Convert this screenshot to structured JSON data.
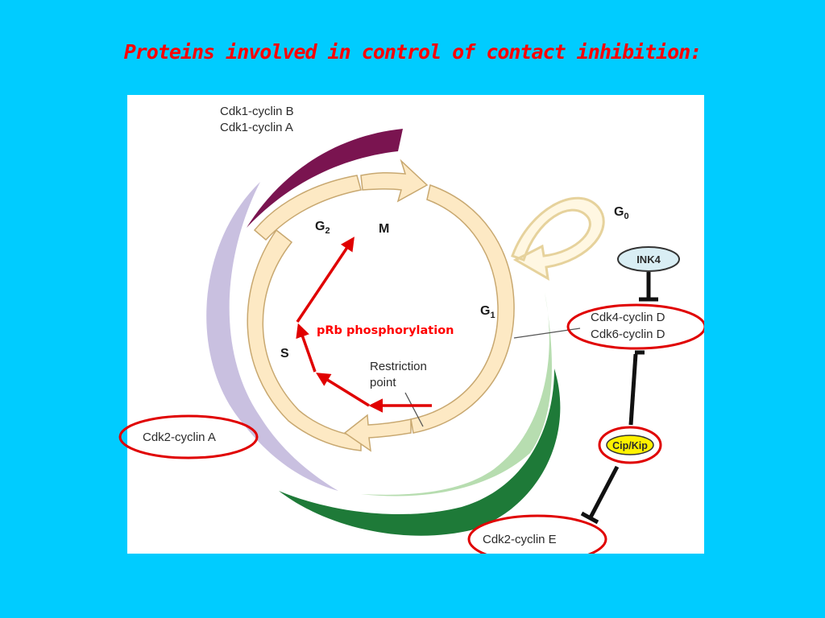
{
  "slide": {
    "title": "Proteins involved in control of contact inhibition:"
  },
  "diagram": {
    "complexes": {
      "cdk1_b": "Cdk1-cyclin B",
      "cdk1_a": "Cdk1-cyclin A",
      "cdk2_a": "Cdk2-cyclin A",
      "cdk4_d": "Cdk4-cyclin D",
      "cdk6_d": "Cdk6-cyclin D",
      "cdk2_e": "Cdk2-cyclin E"
    },
    "phases": {
      "g2": "G",
      "g2_sub": "2",
      "m": "M",
      "g1": "G",
      "g1_sub": "1",
      "s": "S",
      "g0": "G",
      "g0_sub": "0"
    },
    "inhibitors": {
      "ink4": "INK4",
      "cip_kip": "Cip/Kip"
    },
    "restriction": {
      "line1": "Restriction",
      "line2": "point"
    },
    "annotation": "pRb phosphorylation"
  },
  "colors": {
    "background": "#00CCFF",
    "title": "#FF0000",
    "cdk1_band": "#7A1450",
    "cdk2a_band": "#C9C0E0",
    "g1_band": "#B7DDB0",
    "cdk2e_band": "#1E7A38",
    "cycle_fill": "#FDE9C4",
    "highlight": "#E00000",
    "ink4_fill": "#D9EEF4",
    "cipkip_fill": "#FFF200"
  }
}
